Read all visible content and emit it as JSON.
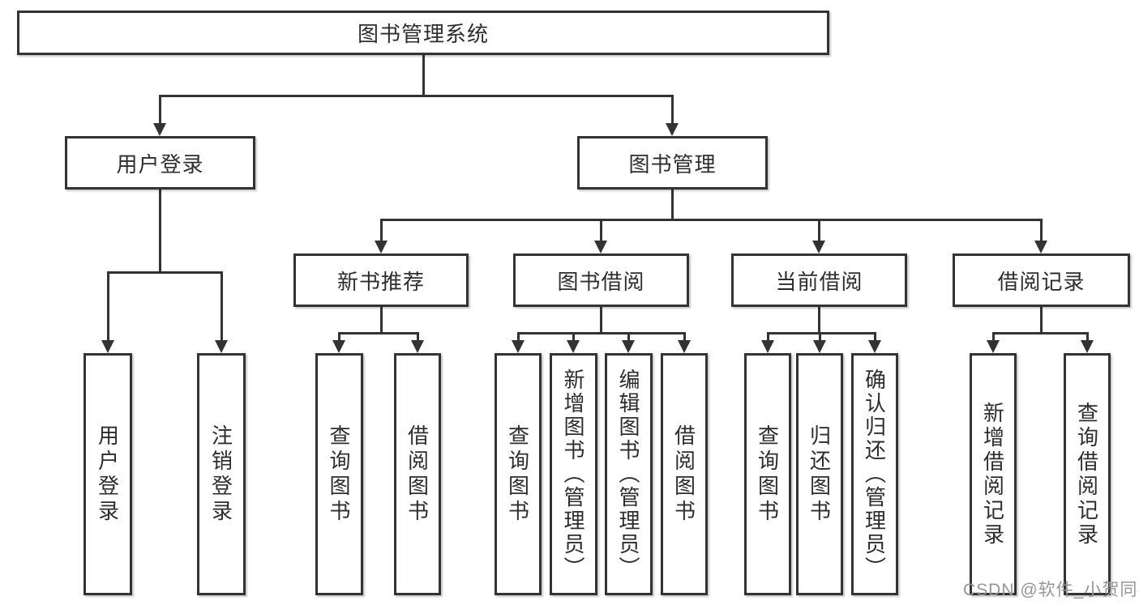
{
  "tree": {
    "root": {
      "label": "图书管理系统",
      "children": [
        {
          "label": "用户登录",
          "children": [
            {
              "label": "用户登录"
            },
            {
              "label": "注销登录"
            }
          ]
        },
        {
          "label": "图书管理",
          "children": [
            {
              "label": "新书推荐",
              "children": [
                {
                  "label": "查询图书"
                },
                {
                  "label": "借阅图书"
                }
              ]
            },
            {
              "label": "图书借阅",
              "children": [
                {
                  "label": "查询图书"
                },
                {
                  "label": "新增图书（管理员）"
                },
                {
                  "label": "编辑图书（管理员）"
                },
                {
                  "label": "借阅图书"
                }
              ]
            },
            {
              "label": "当前借阅",
              "children": [
                {
                  "label": "查询图书"
                },
                {
                  "label": "归还图书"
                },
                {
                  "label": "确认归还（管理员）"
                }
              ]
            },
            {
              "label": "借阅记录",
              "children": [
                {
                  "label": "新增借阅记录"
                },
                {
                  "label": "查询借阅记录"
                }
              ]
            }
          ]
        }
      ]
    }
  },
  "watermark": {
    "text": "CSDN @软件_小贺同学"
  },
  "colors": {
    "line": "#333333",
    "background": "#ffffff",
    "watermark": "#969696"
  }
}
